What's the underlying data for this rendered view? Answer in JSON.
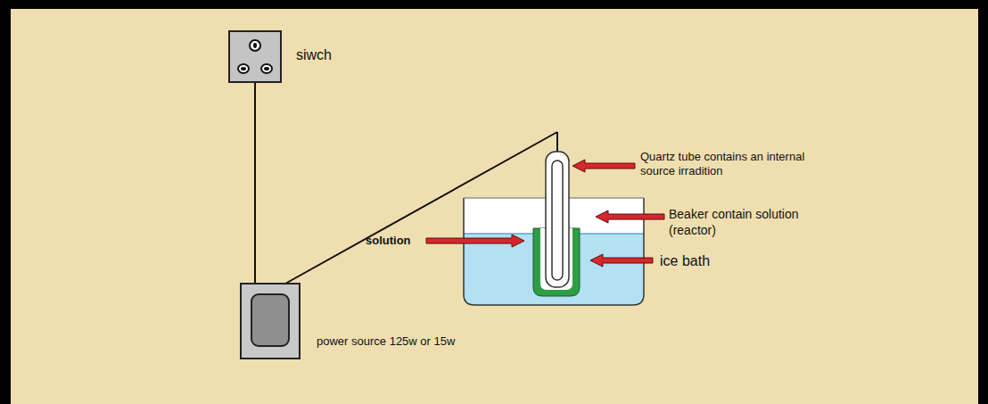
{
  "diagram": {
    "labels": [
      "siwch",
      "Quartz tube contains an internal source irradition",
      "Beaker contain solution (reactor)",
      "solution",
      "ice bath",
      "power source 125w or 15w"
    ]
  }
}
